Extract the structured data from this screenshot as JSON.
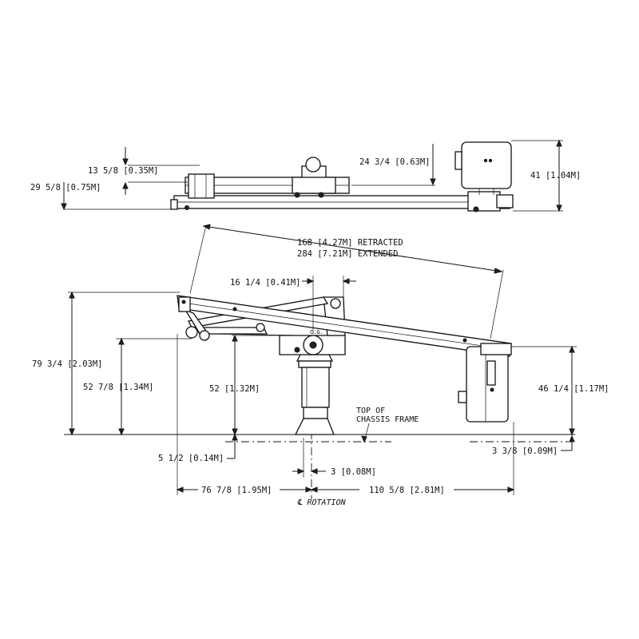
{
  "dimensions": {
    "top_left_upper": "13 5/8 [0.35M]",
    "top_left_lower": "29 5/8 [0.75M]",
    "top_right_inner": "24 3/4 [0.63M]",
    "top_right_outer": "41 [1.04M]",
    "boom_length_retracted": "168 [4.27M] RETRACTED",
    "boom_length_extended": "284 [7.21M] EXTENDED",
    "cg_offset": "16 1/4 [0.41M]",
    "overall_height": "79 3/4 [2.03M]",
    "pivot_height": "52 7/8 [1.34M]",
    "pedestal_height": "52 [1.32M]",
    "basket_height": "46 1/4 [1.17M]",
    "frame_offset_left": "5 1/2 [0.14M]",
    "frame_offset_right": "3 3/8 [0.09M]",
    "rotation_offset": "3 [0.08M]",
    "rear_reach": "76 7/8 [1.95M]",
    "front_reach": "110 5/8 [2.81M]"
  },
  "labels": {
    "chassis_line1": "TOP OF",
    "chassis_line2": "CHASSIS FRAME",
    "cg": "C.G.",
    "rotation": "℄ ROTATION"
  }
}
